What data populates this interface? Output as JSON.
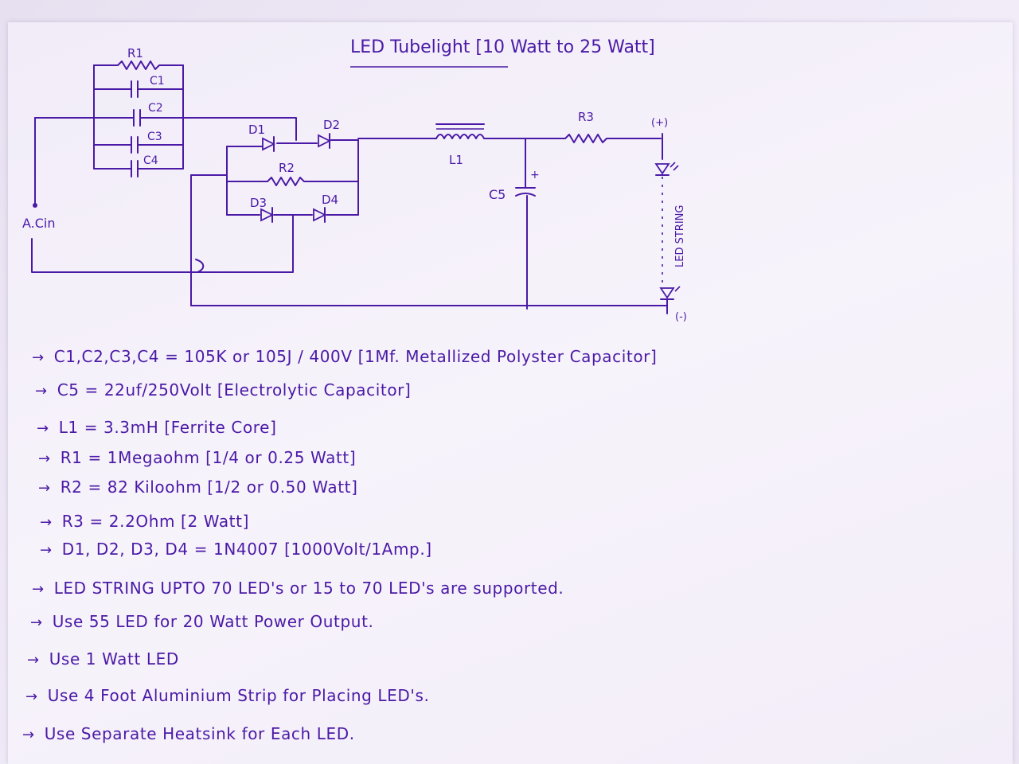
{
  "title": "LED Tubelight [10 Watt to 25 Watt]",
  "colors": {
    "ink": "#4a1aa6",
    "paper": "#f3eef9"
  },
  "labels": {
    "r1": "R1",
    "r2": "R2",
    "r3": "R3",
    "c1": "C1",
    "c2": "C2",
    "c3": "C3",
    "c4": "C4",
    "c5": "C5",
    "d1": "D1",
    "d2": "D2",
    "d3": "D3",
    "d4": "D4",
    "l1": "L1",
    "ac_in": "A.Cin",
    "plus": "(+)",
    "minus": "(-)",
    "cap_plus": "+",
    "led_string": "LED STRING"
  },
  "notes": [
    {
      "arrow": "→",
      "text": "C1,C2,C3,C4 = 105K or 105J / 400V [1Mf. Metallized Polyster Capacitor]"
    },
    {
      "arrow": "→",
      "text": "C5 = 22uf/250Volt [Electrolytic Capacitor]"
    },
    {
      "arrow": "→",
      "text": "L1 = 3.3mH [Ferrite Core]"
    },
    {
      "arrow": "→",
      "text": "R1 = 1Megaohm [1/4 or 0.25 Watt]"
    },
    {
      "arrow": "→",
      "text": "R2 = 82 Kiloohm [1/2 or 0.50 Watt]"
    },
    {
      "arrow": "→",
      "text": "R3 = 2.2Ohm [2 Watt]"
    },
    {
      "arrow": "→",
      "text": "D1, D2, D3, D4 = 1N4007 [1000Volt/1Amp.]"
    },
    {
      "arrow": "→",
      "text": "LED STRING UPTO 70 LED's or 15 to 70 LED's are supported."
    },
    {
      "arrow": "→",
      "text": "Use 55 LED for 20 Watt Power Output."
    },
    {
      "arrow": "→",
      "text": "Use 1 Watt LED"
    },
    {
      "arrow": "→",
      "text": "Use 4 Foot Aluminium Strip for Placing LED's."
    },
    {
      "arrow": "→",
      "text": "Use Separate Heatsink for Each LED."
    }
  ]
}
